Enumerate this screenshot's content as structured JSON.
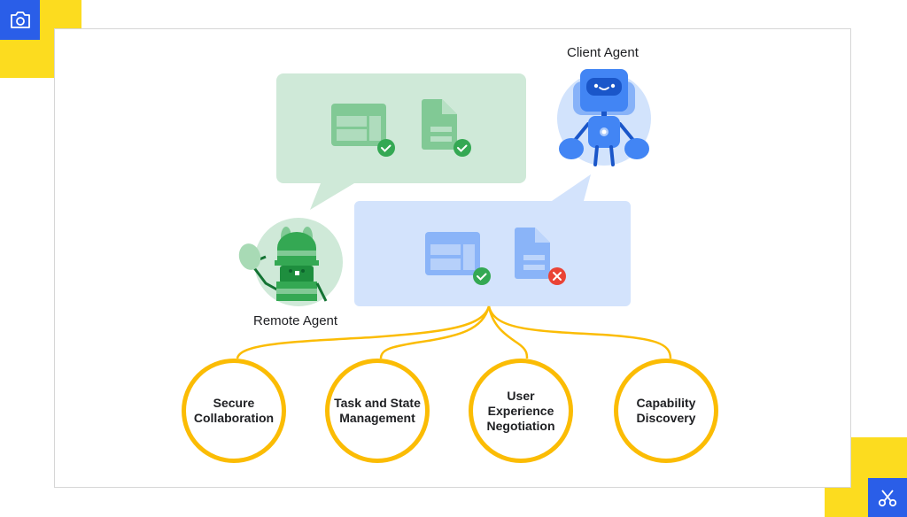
{
  "toolbar": {
    "top_left_button": {
      "icon": "camera-icon",
      "color": "#2a5ee8"
    },
    "bottom_right_button": {
      "icon": "scissors-icon",
      "color": "#2a5ee8"
    },
    "accent_yellow": "#fcdc1f"
  },
  "diagram": {
    "client_agent": {
      "label": "Client Agent",
      "color": "#4285f4"
    },
    "remote_agent": {
      "label": "Remote Agent",
      "color": "#34a853"
    },
    "remote_bubble": {
      "color": "#cfe9d8",
      "items": [
        {
          "icon": "table-icon",
          "status": "check"
        },
        {
          "icon": "document-icon",
          "status": "check"
        }
      ]
    },
    "client_bubble": {
      "color": "#d3e3fc",
      "items": [
        {
          "icon": "table-icon",
          "status": "check"
        },
        {
          "icon": "document-icon",
          "status": "error"
        }
      ]
    },
    "connector_color": "#fbbc04",
    "capabilities": [
      {
        "label": "Secure\nCollaboration"
      },
      {
        "label": "Task and State\nManagement"
      },
      {
        "label": "User Experience\nNegotiation"
      },
      {
        "label": "Capability\nDiscovery"
      }
    ]
  }
}
